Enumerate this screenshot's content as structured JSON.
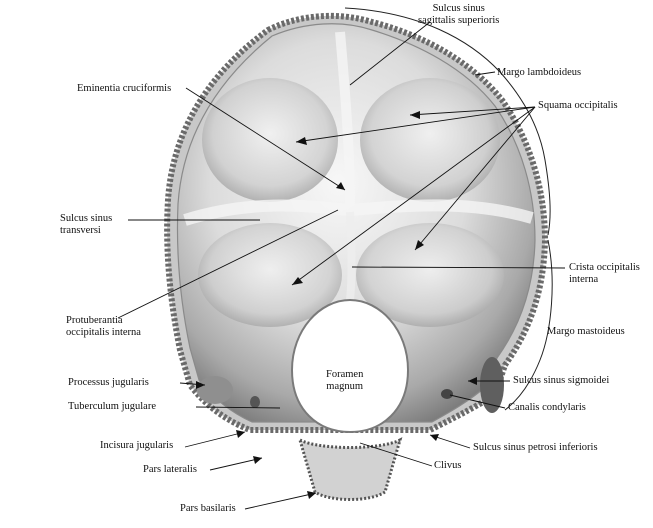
{
  "figure": {
    "labels": {
      "sulcus_sagittalis": [
        "Sulcus sinus",
        "sagittalis superioris"
      ],
      "margo_lambdoideus": "Margo lambdoideus",
      "squama_occipitalis": "Squama occipitalis",
      "eminentia_cruciformis": "Eminentia cruciformis",
      "sulcus_transversi": [
        "Sulcus sinus",
        "transversi"
      ],
      "crista_occipitalis_interna": [
        "Crista occipitalis",
        "interna"
      ],
      "protuberantia_occipitalis_interna": [
        "Protuberantia",
        "occipitalis interna"
      ],
      "margo_mastoideus": "Margo mastoideus",
      "foramen_magnum": [
        "Foramen",
        "magnum"
      ],
      "processus_jugularis": "Processus jugularis",
      "sulcus_sigmoidei": "Sulcus sinus sigmoidei",
      "tuberculum_jugulare": "Tuberculum jugulare",
      "canalis_condylaris": "Canalis condylaris",
      "incisura_jugularis": "Incisura jugularis",
      "sulcus_petrosi_inferioris": "Sulcus sinus petrosi inferioris",
      "pars_lateralis": "Pars lateralis",
      "clivus": "Clivus",
      "pars_basilaris": "Pars basilaris"
    }
  }
}
